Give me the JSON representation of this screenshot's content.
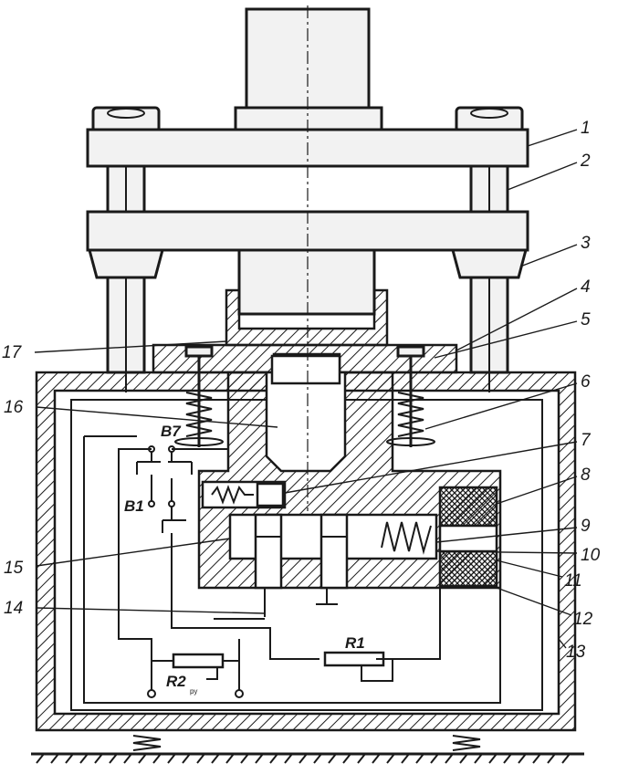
{
  "part_numbers": [
    "1",
    "2",
    "3",
    "4",
    "5",
    "6",
    "7",
    "8",
    "9",
    "10",
    "11",
    "12",
    "13",
    "14",
    "15",
    "16",
    "17"
  ],
  "components": {
    "r1": "R1",
    "r2": "R2",
    "r2_subscript": "ру",
    "switch_b7": "B7",
    "switch_b1": "B1"
  }
}
